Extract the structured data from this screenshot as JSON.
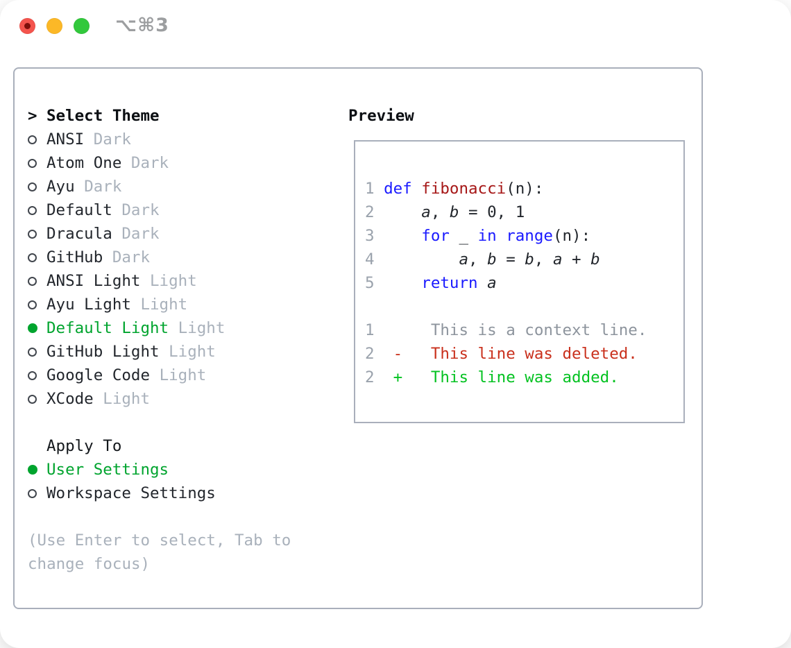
{
  "window": {
    "title": "⌥⌘3"
  },
  "titlebar": {
    "buttons": [
      {
        "name": "close",
        "color": "#f4544d"
      },
      {
        "name": "minimize",
        "color": "#fcb827"
      },
      {
        "name": "zoom",
        "color": "#32c83c"
      }
    ]
  },
  "theme_panel": {
    "header": {
      "prefix": ">",
      "label": "Select Theme"
    },
    "items": [
      {
        "name": "ANSI",
        "tag": "Dark",
        "selected": false
      },
      {
        "name": "Atom One",
        "tag": "Dark",
        "selected": false
      },
      {
        "name": "Ayu",
        "tag": "Dark",
        "selected": false
      },
      {
        "name": "Default",
        "tag": "Dark",
        "selected": false
      },
      {
        "name": "Dracula",
        "tag": "Dark",
        "selected": false
      },
      {
        "name": "GitHub",
        "tag": "Dark",
        "selected": false
      },
      {
        "name": "ANSI Light",
        "tag": "Light",
        "selected": false
      },
      {
        "name": "Ayu Light",
        "tag": "Light",
        "selected": false
      },
      {
        "name": "Default Light",
        "tag": "Light",
        "selected": true
      },
      {
        "name": "GitHub Light",
        "tag": "Light",
        "selected": false
      },
      {
        "name": "Google Code",
        "tag": "Light",
        "selected": false
      },
      {
        "name": "XCode",
        "tag": "Light",
        "selected": false
      }
    ],
    "apply_to": {
      "header": "Apply To",
      "options": [
        {
          "name": "User Settings",
          "selected": true
        },
        {
          "name": "Workspace Settings",
          "selected": false
        }
      ]
    },
    "help_lines": [
      "(Use Enter to select, Tab to",
      "change focus)"
    ]
  },
  "preview": {
    "label": "Preview",
    "code_lines": [
      {
        "num": "1",
        "segments": [
          {
            "t": "def",
            "c": "kw"
          },
          {
            "t": " "
          },
          {
            "t": "fibonacci",
            "c": "fn"
          },
          {
            "t": "(n):"
          }
        ]
      },
      {
        "num": "2",
        "segments": [
          {
            "t": "    "
          },
          {
            "t": "a",
            "c": "var"
          },
          {
            "t": ", "
          },
          {
            "t": "b",
            "c": "var"
          },
          {
            "t": " = 0, 1"
          }
        ]
      },
      {
        "num": "3",
        "segments": [
          {
            "t": "    "
          },
          {
            "t": "for",
            "c": "kw"
          },
          {
            "t": " _ "
          },
          {
            "t": "in",
            "c": "kw"
          },
          {
            "t": " "
          },
          {
            "t": "range",
            "c": "kw"
          },
          {
            "t": "(n):"
          }
        ]
      },
      {
        "num": "4",
        "segments": [
          {
            "t": "        "
          },
          {
            "t": "a",
            "c": "var"
          },
          {
            "t": ", "
          },
          {
            "t": "b",
            "c": "var"
          },
          {
            "t": " = "
          },
          {
            "t": "b",
            "c": "var"
          },
          {
            "t": ", "
          },
          {
            "t": "a",
            "c": "var"
          },
          {
            "t": " + "
          },
          {
            "t": "b",
            "c": "var"
          }
        ]
      },
      {
        "num": "5",
        "segments": [
          {
            "t": "    "
          },
          {
            "t": "return",
            "c": "kw"
          },
          {
            "t": " "
          },
          {
            "t": "a",
            "c": "var"
          }
        ]
      }
    ],
    "diff_lines": [
      {
        "num": "1",
        "marker": " ",
        "text": "This is a context line.",
        "kind": "context"
      },
      {
        "num": "2",
        "marker": "-",
        "text": "This line was deleted.",
        "kind": "deleted"
      },
      {
        "num": "2",
        "marker": "+",
        "text": "This line was added.",
        "kind": "added"
      }
    ]
  },
  "colors": {
    "keyword": "#1a1aff",
    "function_name": "#a61717",
    "selected_green": "#00a42e",
    "added_green": "#03c221",
    "deleted_red": "#c9301c",
    "muted_gray": "#a9b1bb",
    "line_number_gray": "#9aa2ac",
    "context_gray": "#8d949d",
    "text_dark": "#22262c",
    "border_gray": "#a9afbb",
    "traffic_red": "#f4544d",
    "traffic_yellow": "#fcb827",
    "traffic_green": "#32c83c",
    "close_dot": "#7e0f0a",
    "title_gray": "#9c9ea0"
  }
}
